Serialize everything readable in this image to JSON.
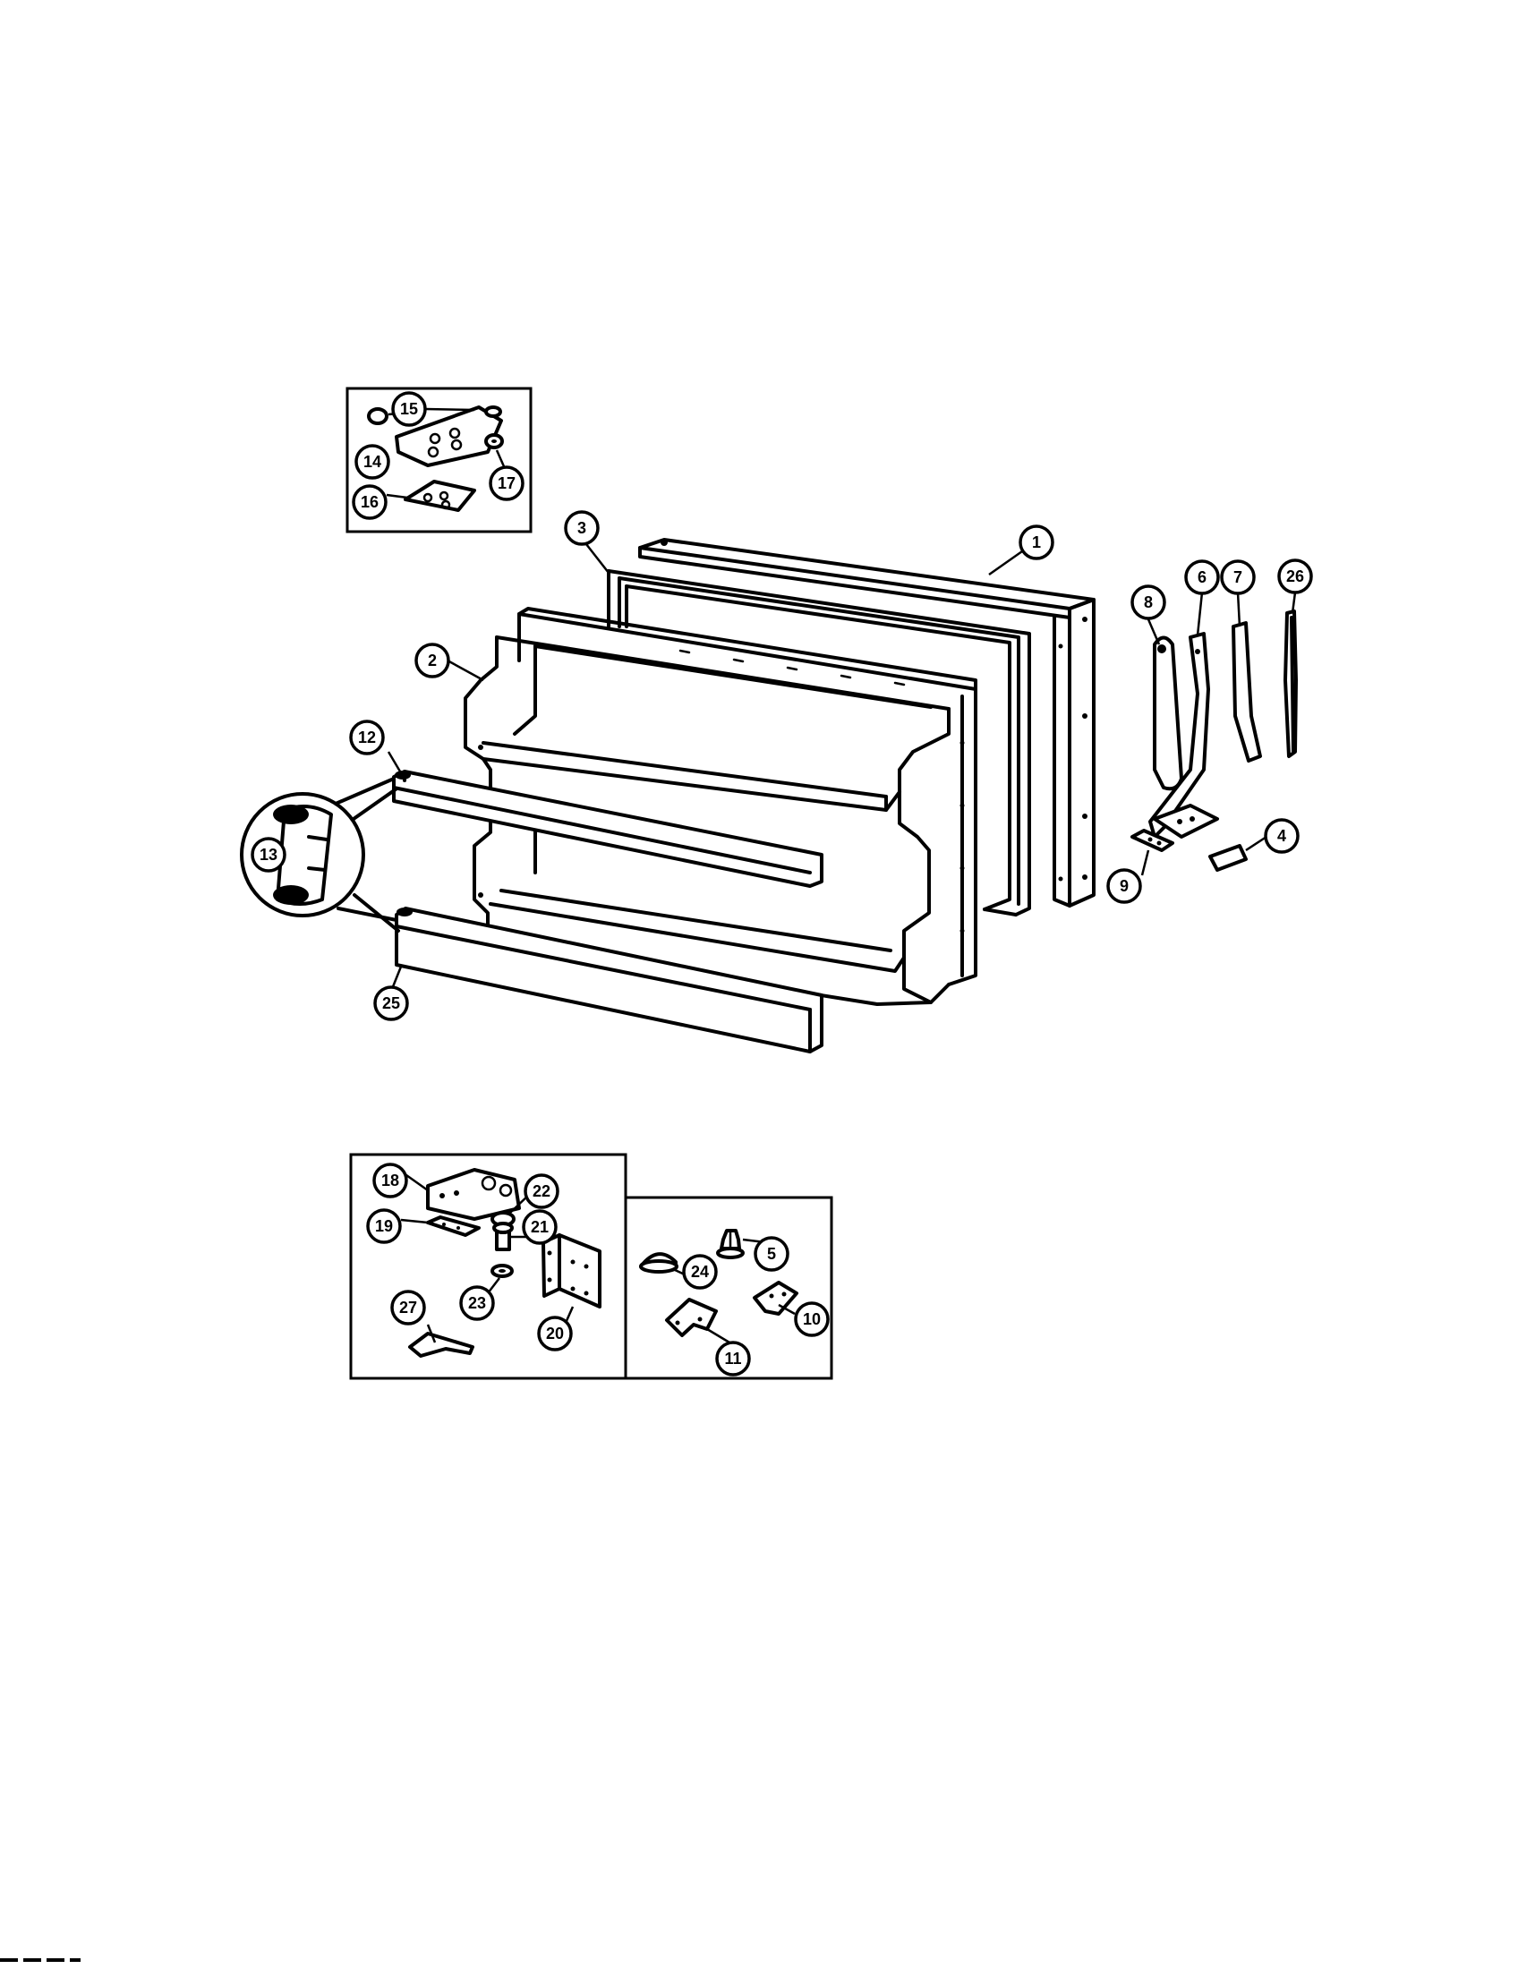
{
  "diagram": {
    "callouts": [
      {
        "id": "c1",
        "label": "1"
      },
      {
        "id": "c2",
        "label": "2"
      },
      {
        "id": "c3",
        "label": "3"
      },
      {
        "id": "c4",
        "label": "4"
      },
      {
        "id": "c5",
        "label": "5"
      },
      {
        "id": "c6",
        "label": "6"
      },
      {
        "id": "c7",
        "label": "7"
      },
      {
        "id": "c8",
        "label": "8"
      },
      {
        "id": "c9",
        "label": "9"
      },
      {
        "id": "c10",
        "label": "10"
      },
      {
        "id": "c11",
        "label": "11"
      },
      {
        "id": "c12",
        "label": "12"
      },
      {
        "id": "c13",
        "label": "13"
      },
      {
        "id": "c14",
        "label": "14"
      },
      {
        "id": "c15",
        "label": "15"
      },
      {
        "id": "c16",
        "label": "16"
      },
      {
        "id": "c17",
        "label": "17"
      },
      {
        "id": "c18",
        "label": "18"
      },
      {
        "id": "c19",
        "label": "19"
      },
      {
        "id": "c20",
        "label": "20"
      },
      {
        "id": "c21",
        "label": "21"
      },
      {
        "id": "c22",
        "label": "22"
      },
      {
        "id": "c23",
        "label": "23"
      },
      {
        "id": "c24",
        "label": "24"
      },
      {
        "id": "c25",
        "label": "25"
      },
      {
        "id": "c26",
        "label": "26"
      },
      {
        "id": "c27",
        "label": "27"
      }
    ],
    "colors": {
      "line": "#000000",
      "background": "#ffffff"
    }
  }
}
